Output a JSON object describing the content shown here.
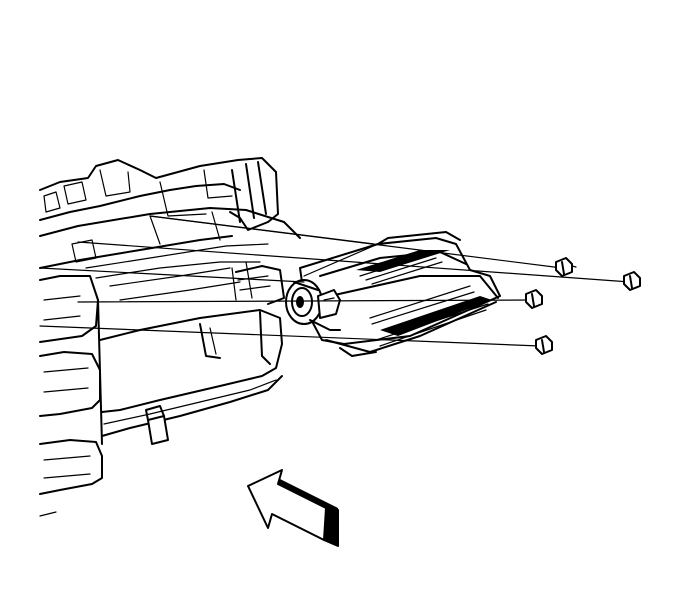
{
  "figure": {
    "style": "black-and-white line drawing",
    "components": [
      {
        "id": "housing",
        "label": ""
      },
      {
        "id": "module",
        "label": ""
      },
      {
        "id": "fasteners",
        "count": 4,
        "label": ""
      },
      {
        "id": "direction-arrow",
        "label": ""
      }
    ]
  },
  "colors": {
    "ink": "#000000",
    "paper": "#ffffff"
  }
}
